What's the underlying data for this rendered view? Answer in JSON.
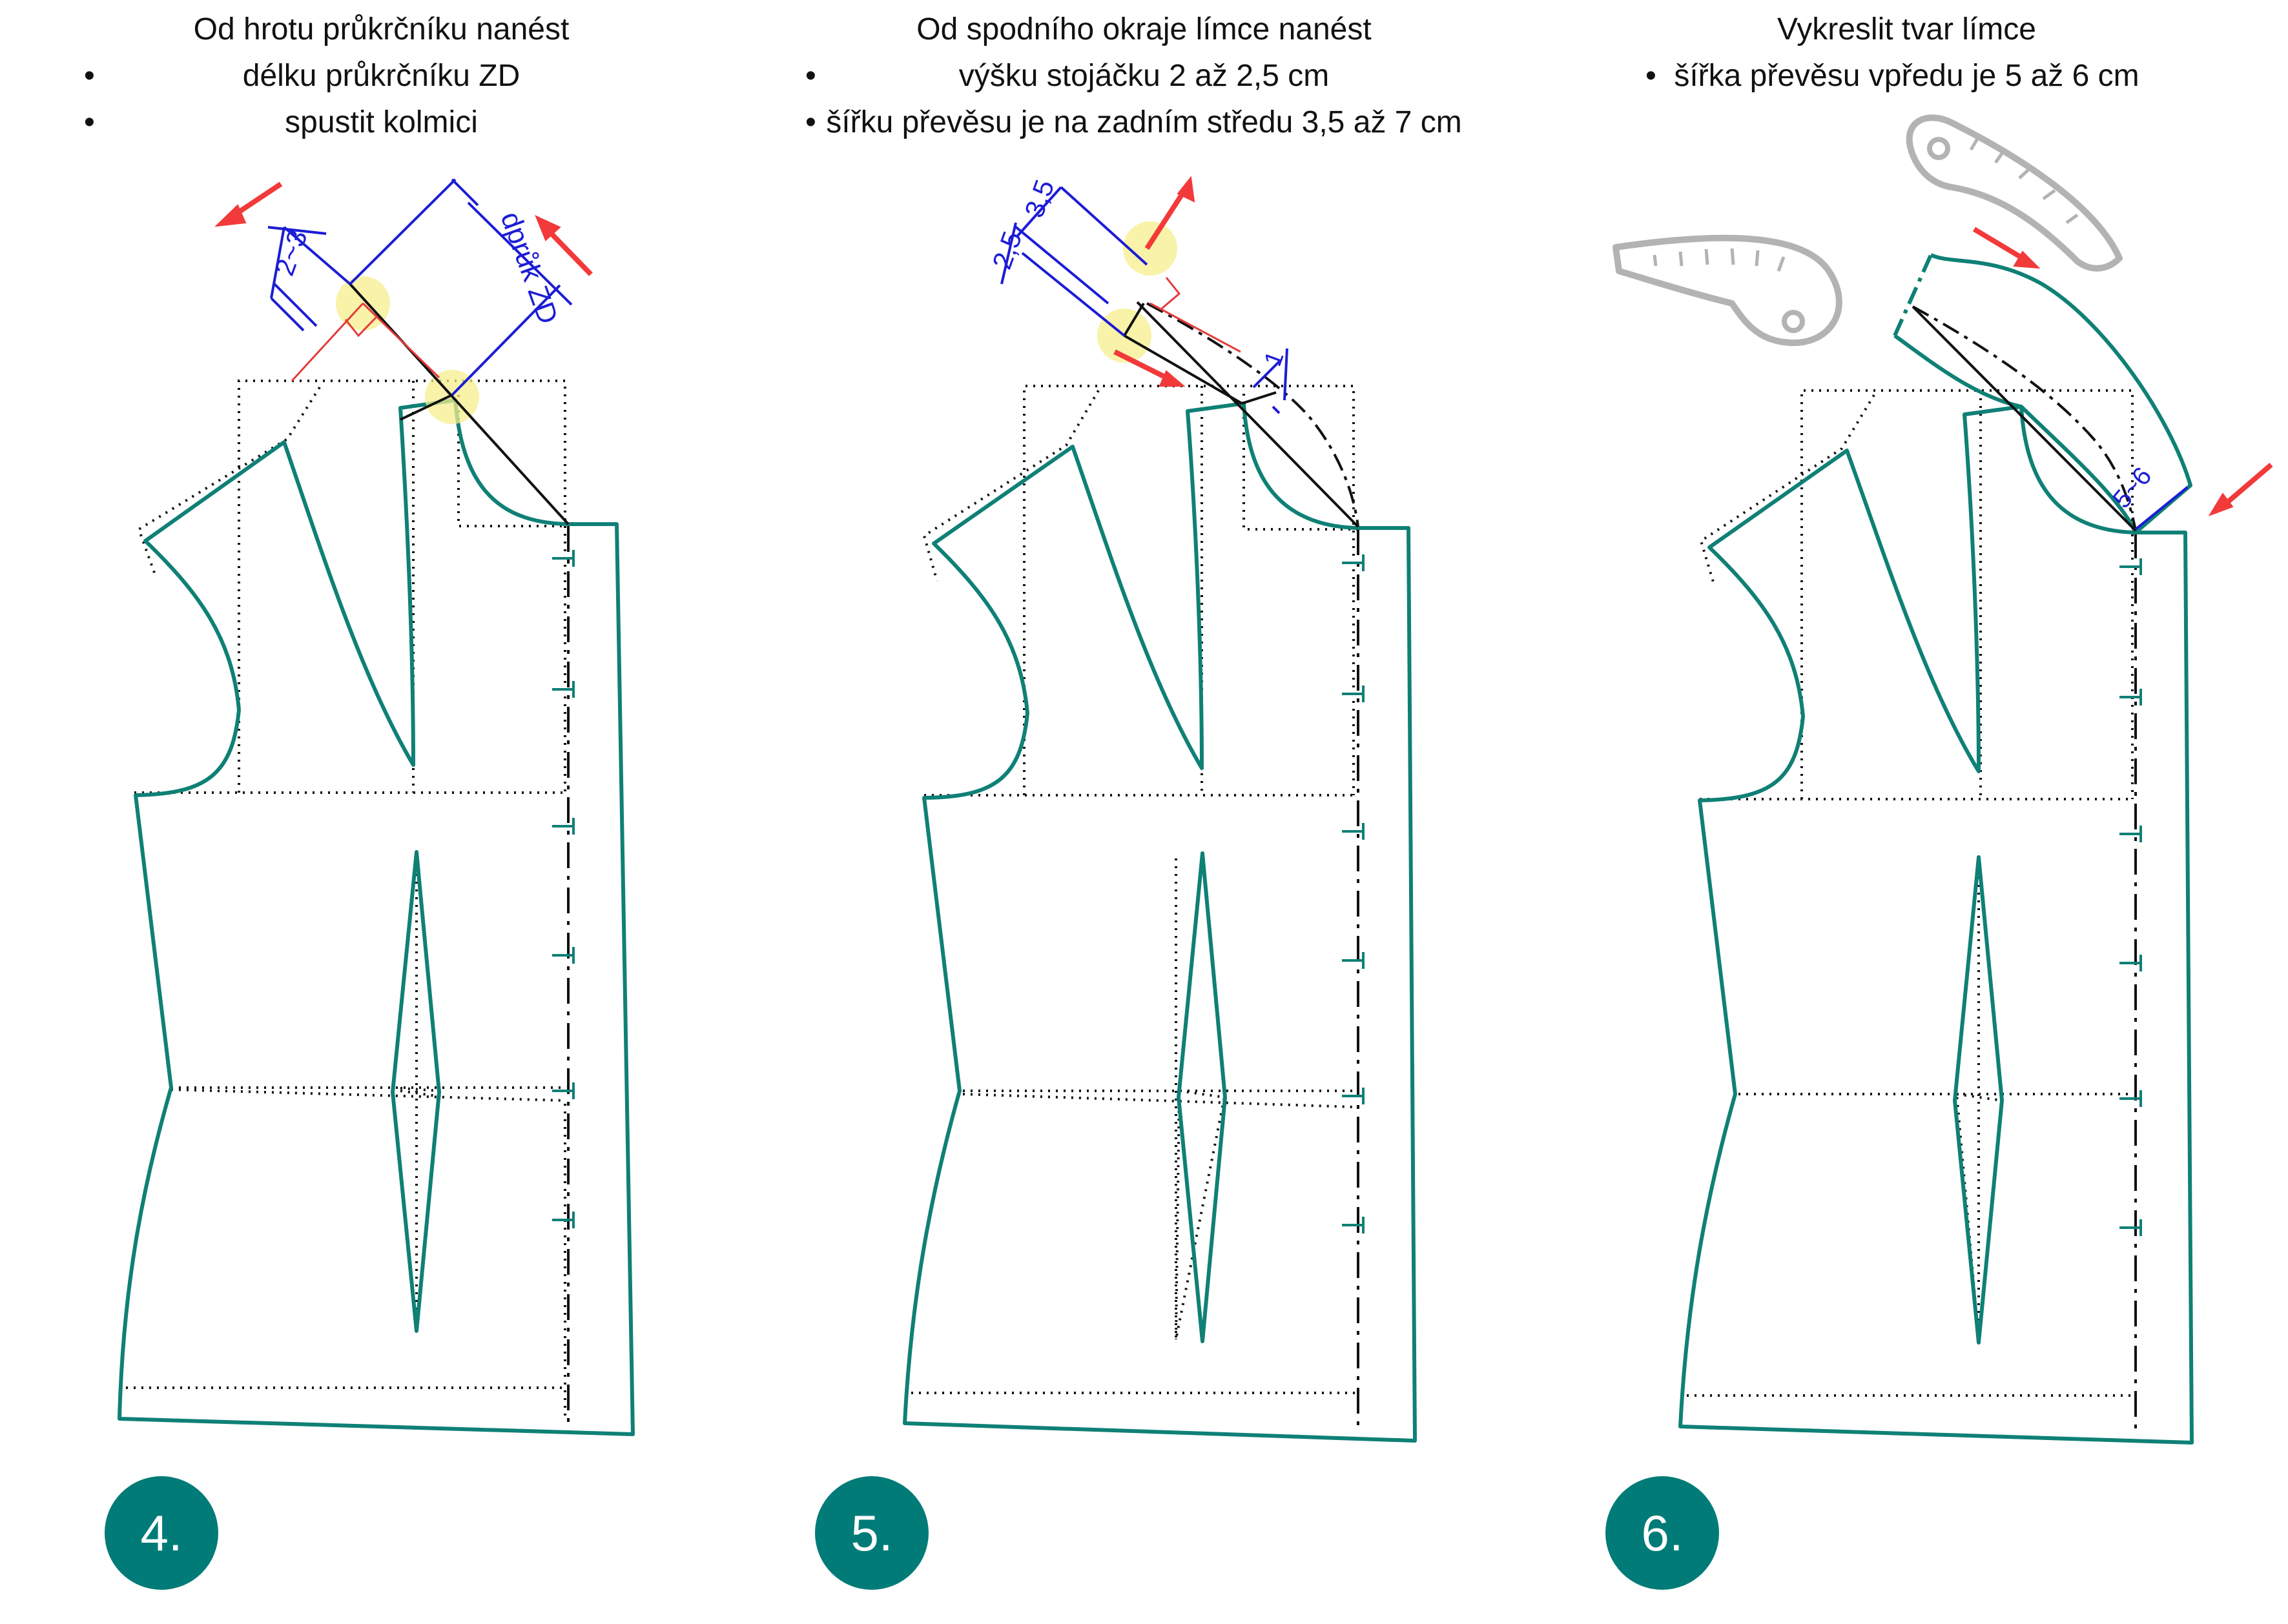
{
  "colors": {
    "pattern": "#0f8076",
    "guide": "#111111",
    "dimension": "#1c1cd6",
    "arrow": "#f23a3a",
    "right_angle": "#e33b3b",
    "highlight": "#f6ef8c",
    "ruler": "#b3b3b3",
    "badge": "#007b77"
  },
  "panels": [
    {
      "title": "Od hrotu průkrčníku nanést",
      "bullets": [
        "délku průkrčníku ZD",
        "spustit kolmici"
      ],
      "labels": {
        "stand": "2~3",
        "length": "dprůk ZD"
      },
      "badge": "4."
    },
    {
      "title": "Od spodního okraje límce nanést",
      "bullets": [
        "výšku stojáčku 2 až 2,5 cm",
        "šířku převěsu je na zadním středu  3,5 až 7 cm"
      ],
      "labels": {
        "stand": "2,5",
        "fall": "3,5",
        "offset": "1"
      },
      "badge": "5."
    },
    {
      "title": "Vykreslit tvar límce",
      "bullets": [
        "šířka převěsu vpředu  je 5 až 6 cm"
      ],
      "labels": {
        "front": "5~6"
      },
      "badge": "6."
    }
  ]
}
